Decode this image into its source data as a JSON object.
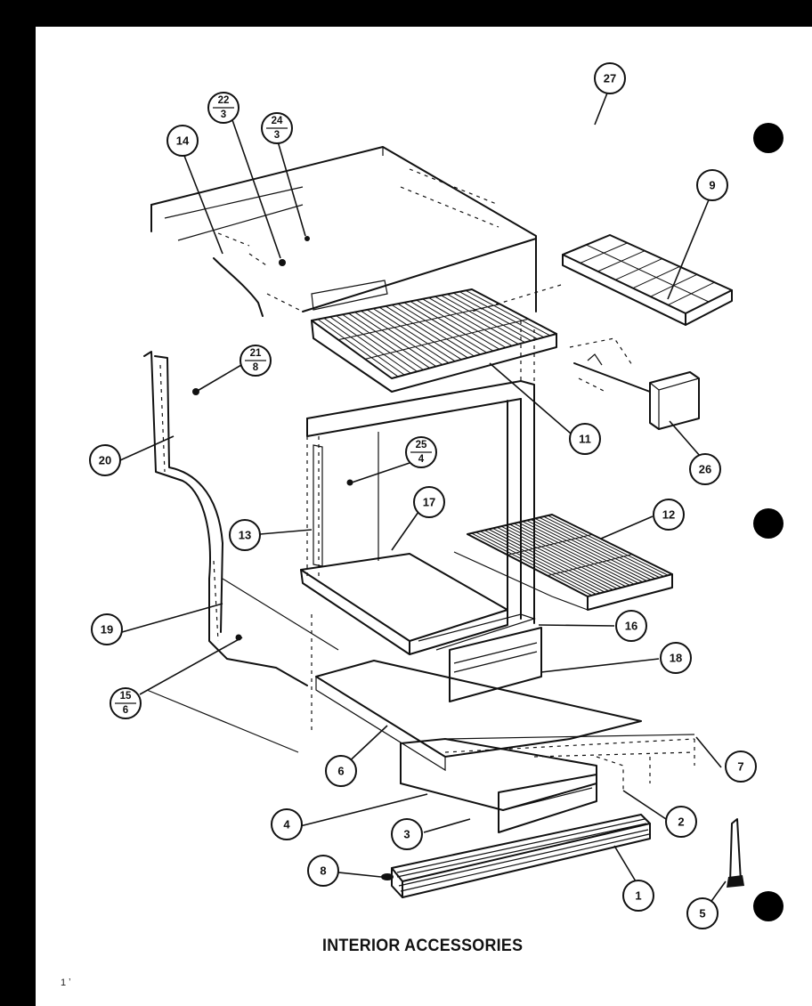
{
  "diagram": {
    "title": "INTERIOR ACCESSORIES",
    "page_mark": "1 ʼ",
    "callouts": [
      "1",
      "2",
      "3",
      "4",
      "5",
      "6",
      "7",
      "8",
      "9",
      "11",
      "12",
      "13",
      "14",
      "16",
      "17",
      "18",
      "19",
      "20",
      "26",
      "27"
    ],
    "fraction_callouts": [
      {
        "top": "22",
        "bottom": "3"
      },
      {
        "top": "24",
        "bottom": "3"
      },
      {
        "top": "21",
        "bottom": "8"
      },
      {
        "top": "25",
        "bottom": "4"
      },
      {
        "top": "15",
        "bottom": "6"
      }
    ]
  }
}
